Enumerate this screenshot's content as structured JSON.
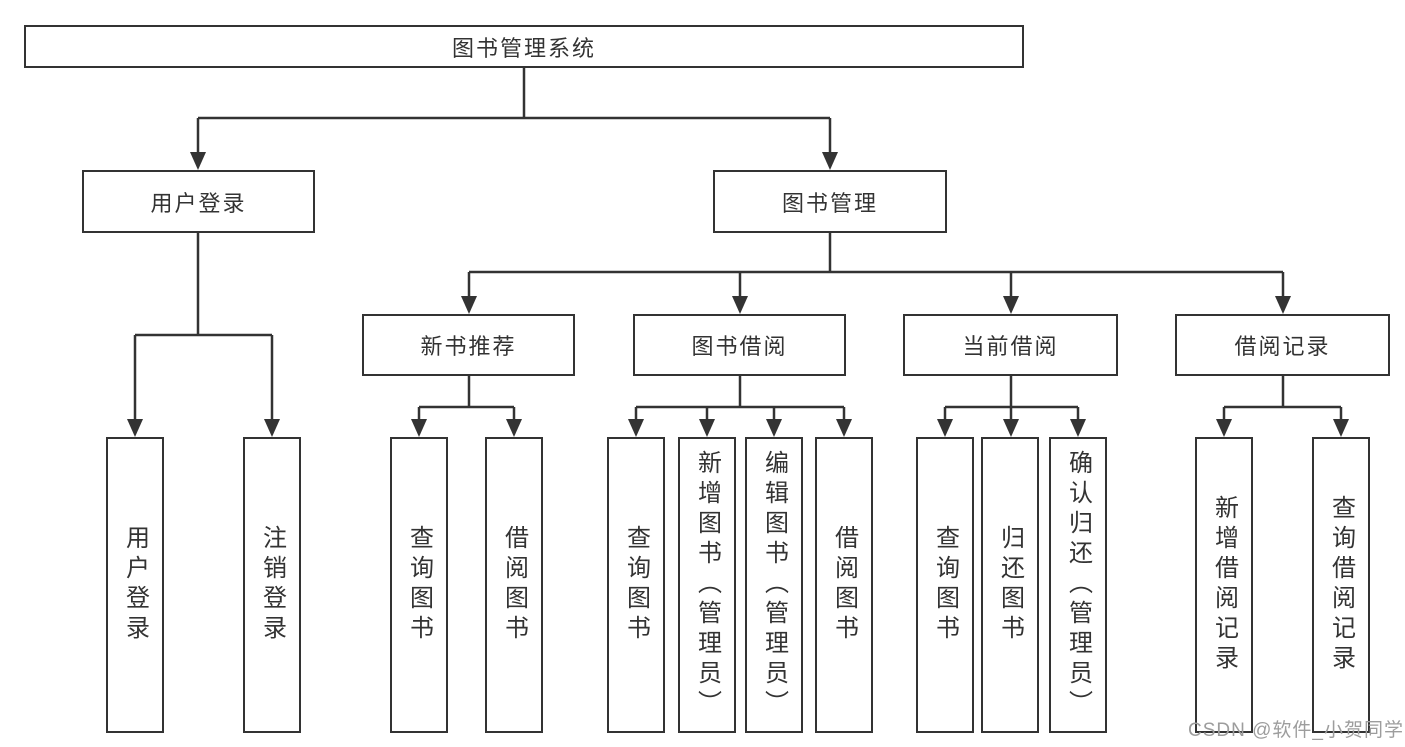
{
  "tree": {
    "label": "图书管理系统",
    "children": [
      {
        "label": "用户登录",
        "children": [
          {
            "label": "用户登录"
          },
          {
            "label": "注销登录"
          }
        ]
      },
      {
        "label": "图书管理",
        "children": [
          {
            "label": "新书推荐",
            "children": [
              {
                "label": "查询图书"
              },
              {
                "label": "借阅图书"
              }
            ]
          },
          {
            "label": "图书借阅",
            "children": [
              {
                "label": "查询图书"
              },
              {
                "label": "新增图书（管理员）"
              },
              {
                "label": "编辑图书（管理员）"
              },
              {
                "label": "借阅图书"
              }
            ]
          },
          {
            "label": "当前借阅",
            "children": [
              {
                "label": "查询图书"
              },
              {
                "label": "归还图书"
              },
              {
                "label": "确认归还（管理员）"
              }
            ]
          },
          {
            "label": "借阅记录",
            "children": [
              {
                "label": "新增借阅记录"
              },
              {
                "label": "查询借阅记录"
              }
            ]
          }
        ]
      }
    ]
  },
  "watermark": {
    "text": "CSDN @软件_小贺同学"
  },
  "colors": {
    "line": "#333333",
    "text": "#333333",
    "box_background": "#ffffff",
    "watermark": "#9d9d9d",
    "background": "#ffffff"
  }
}
